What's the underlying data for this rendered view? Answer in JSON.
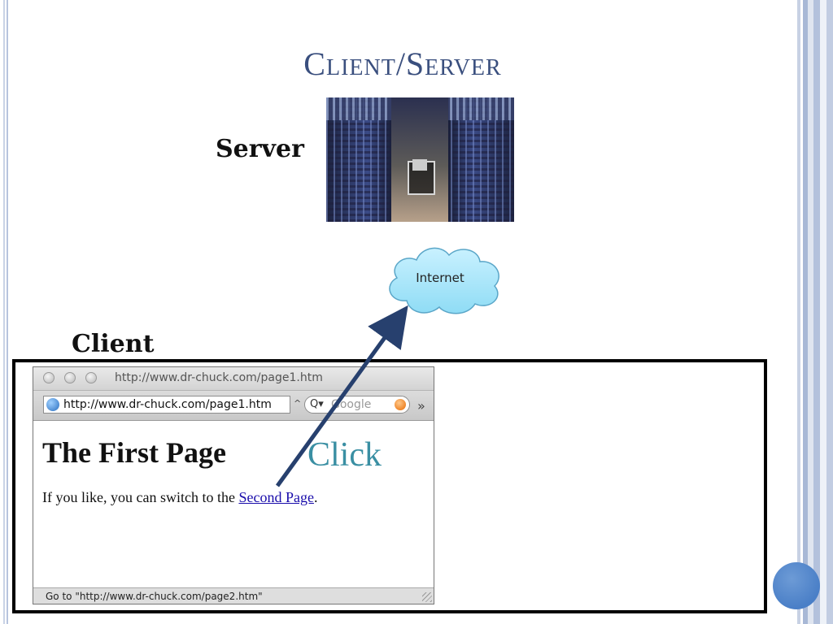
{
  "slide": {
    "title": "Client/Server",
    "server_label": "Server",
    "client_label": "Client",
    "internet_label": "Internet",
    "click_label": "Click"
  },
  "browser": {
    "window_title": "http://www.dr-chuck.com/page1.htm",
    "url": "http://www.dr-chuck.com/page1.htm",
    "search_placeholder": "Google",
    "page_heading": "The First Page",
    "paragraph_prefix": "If you like, you can switch to the ",
    "link_text": "Second Page",
    "paragraph_suffix": ".",
    "status": "Go to \"http://www.dr-chuck.com/page2.htm\""
  },
  "icons": {
    "globe": "globe-icon",
    "search": "search-icon",
    "overflow": "chevron-double-right-icon"
  },
  "colors": {
    "title": "#3a4f7e",
    "click": "#3a8fa3",
    "arrow": "#27406e",
    "link": "#1a0dab"
  }
}
